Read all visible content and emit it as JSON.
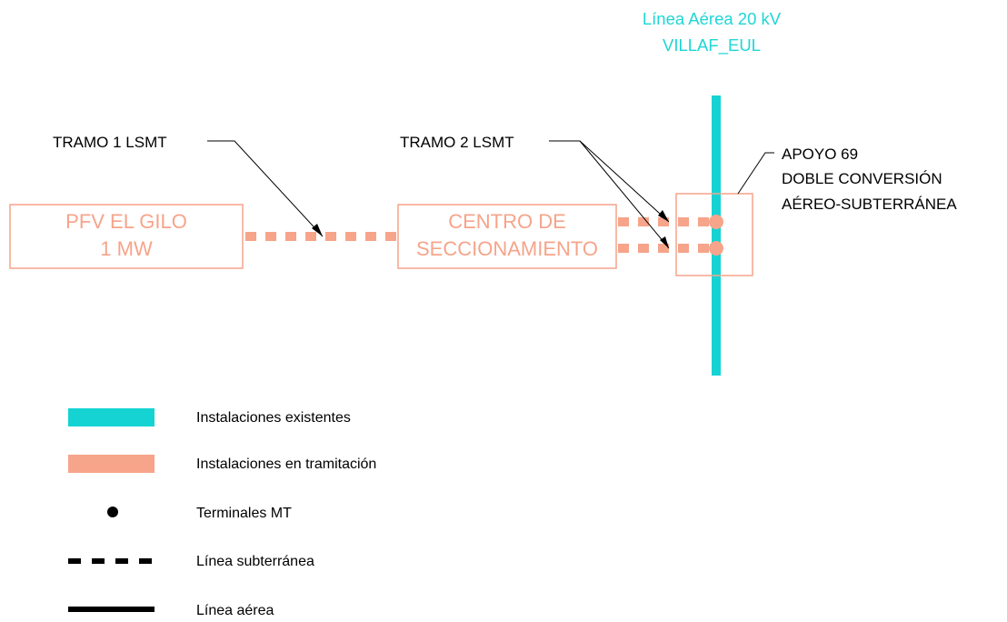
{
  "colors": {
    "existing": "#16d3d3",
    "planned": "#f6a48a",
    "text_dark": "#000000",
    "title_cyan": "#1ed6d6"
  },
  "overhead_line": {
    "title_line1": "Línea Aérea 20 kV",
    "title_line2": "VILLAF_EUL"
  },
  "plant_box": {
    "line1": "PFV EL GILO",
    "line2": "1 MW"
  },
  "switching_box": {
    "line1": "CENTRO DE",
    "line2": "SECCIONAMIENTO"
  },
  "labels": {
    "tramo1": "TRAMO 1 LSMT",
    "tramo2": "TRAMO 2 LSMT",
    "apoyo_line1": "APOYO 69",
    "apoyo_line2": "DOBLE CONVERSIÓN",
    "apoyo_line3": "AÉREO-SUBTERRÁNEA"
  },
  "legend": [
    {
      "symbol": "cyan-bar",
      "label": "Instalaciones existentes"
    },
    {
      "symbol": "salmon-bar",
      "label": "Instalaciones en tramitación"
    },
    {
      "symbol": "dot",
      "label": "Terminales MT"
    },
    {
      "symbol": "dashed-line",
      "label": "Línea subterránea"
    },
    {
      "symbol": "solid-line",
      "label": "Línea aérea"
    }
  ]
}
